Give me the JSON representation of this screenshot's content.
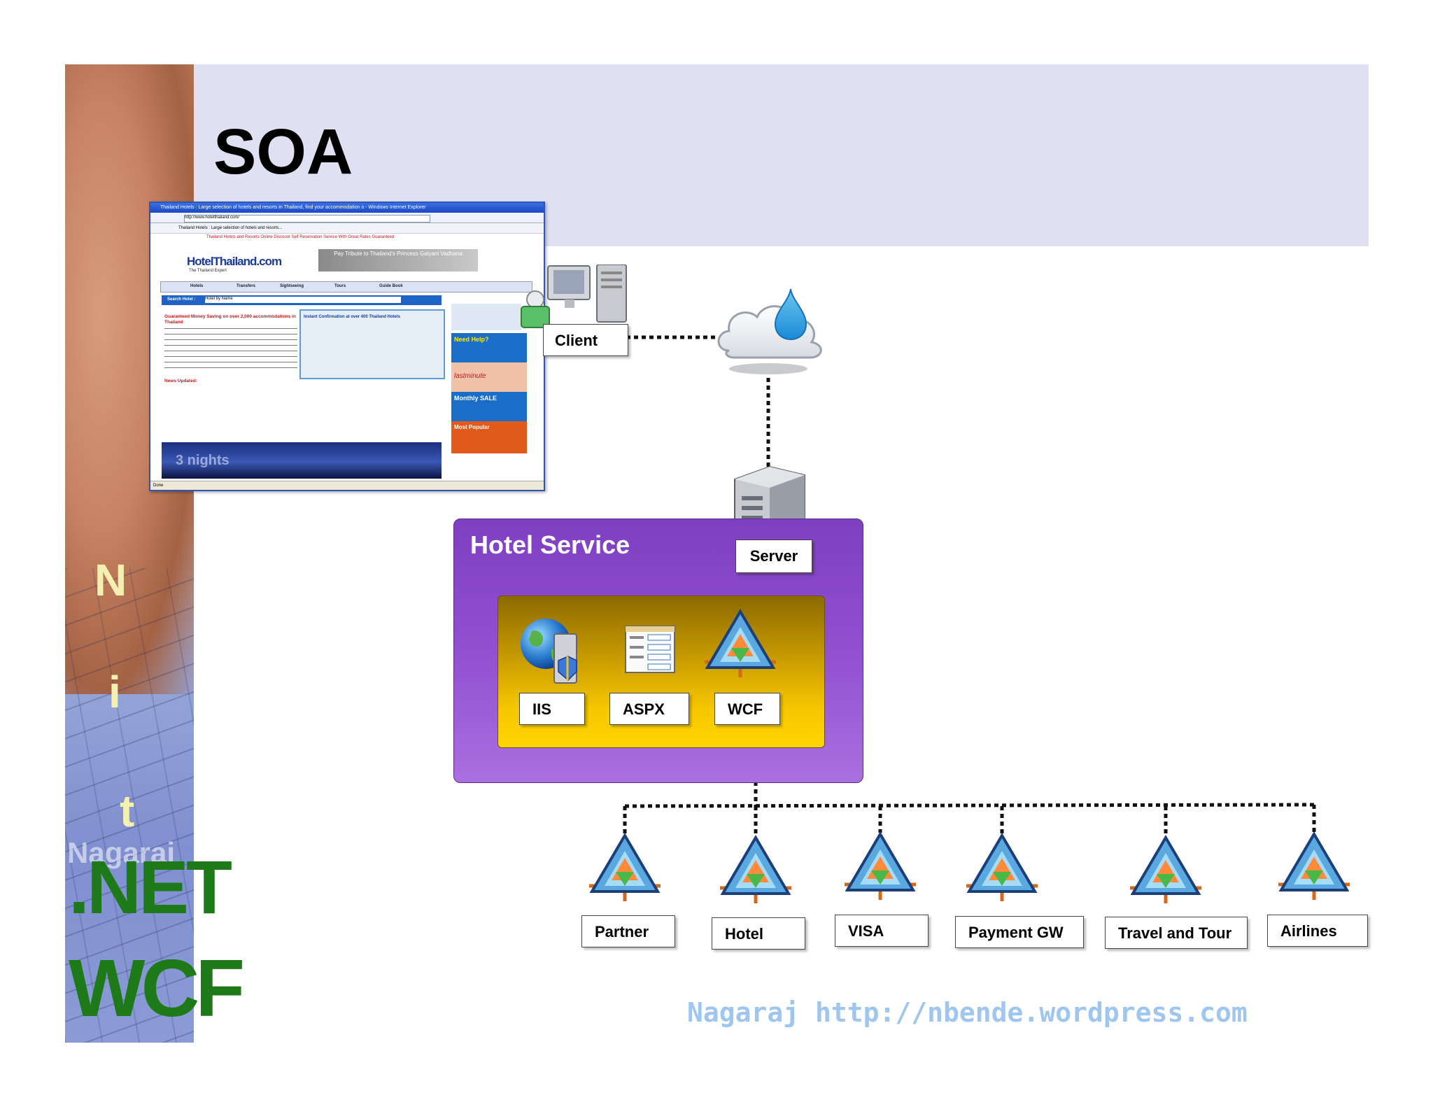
{
  "slide": {
    "title": "SOA",
    "footer": "Nagaraj http://nbende.wordpress.com"
  },
  "sidebar": {
    "vertical_letters": [
      "N",
      "i",
      "t"
    ],
    "watermark": "Nagaraj",
    "net_label": ".NET",
    "wcf_label": "WCF"
  },
  "browser": {
    "title": "Thailand Hotels : Large selection of hotels and resorts in Thailand, find your accommodation o - Windows Internet Explorer",
    "address": "http://www.hotelthailand.com/",
    "tab": "Thailand Hotels : Large selection of hotels and resorts...",
    "site_header": "Thailand Hotels and Resorts Online Discount Self Reservation Service With Great Rates Guaranteed",
    "logo": "HotelThailand.com",
    "tagline": "The Thailand Expert",
    "banner": "Pay Tribute to Thailand's Princess Galyani Vadhana",
    "nav": [
      "Hotels",
      "Transfers",
      "Sightseeing",
      "Tours",
      "Guide Book"
    ],
    "search_label": "Search Hotel :",
    "search_value": "Hotel by Name",
    "promo_heading": "Guaranteed Money Saving on over 2,000 accommodations in Thailand",
    "confirm_heading": "Instant Confirmation at over 400 Thailand Hotels",
    "news_heading": "News Updated:",
    "side_badges": [
      "Need Help?",
      "lastminute",
      "Monthly SALE",
      "Most Popular"
    ],
    "photo_caption": "3 nights",
    "status": "Done"
  },
  "diagram": {
    "client_label": "Client",
    "server_label": "Server",
    "service_title": "Hotel Service",
    "components": [
      {
        "label": "IIS"
      },
      {
        "label": "ASPX"
      },
      {
        "label": "WCF"
      }
    ],
    "endpoints": [
      {
        "label": "Partner"
      },
      {
        "label": "Hotel"
      },
      {
        "label": "VISA"
      },
      {
        "label": "Payment GW"
      },
      {
        "label": "Travel and Tour"
      },
      {
        "label": "Airlines"
      }
    ]
  },
  "colors": {
    "title_band": "#dfe1f3",
    "service_purple": "#9150d0",
    "inner_gold": "#f7c700",
    "net_green": "#1e7a18",
    "footer_blue": "#9fc6ef"
  },
  "icons": [
    "wcf-triangle-icon",
    "iis-globe-icon",
    "aspx-form-icon",
    "cloud-icon",
    "server-icon",
    "desktop-computer-icon"
  ]
}
